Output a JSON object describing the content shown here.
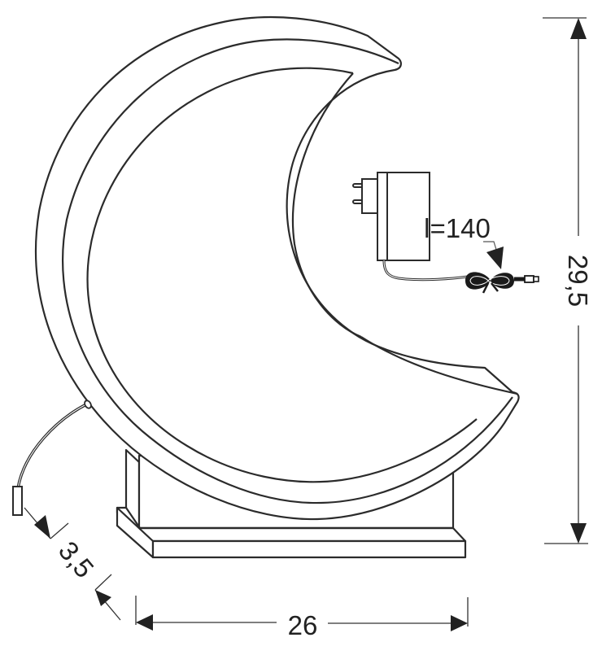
{
  "drawing": {
    "subject": "moon-shaped table lamp, technical line drawing",
    "line_color": "#2b2b2b",
    "background": "#ffffff"
  },
  "dimensions": {
    "height_label": "29,5",
    "width_label": "26",
    "depth_label": "3,5",
    "cable_length_label": "l=140"
  }
}
